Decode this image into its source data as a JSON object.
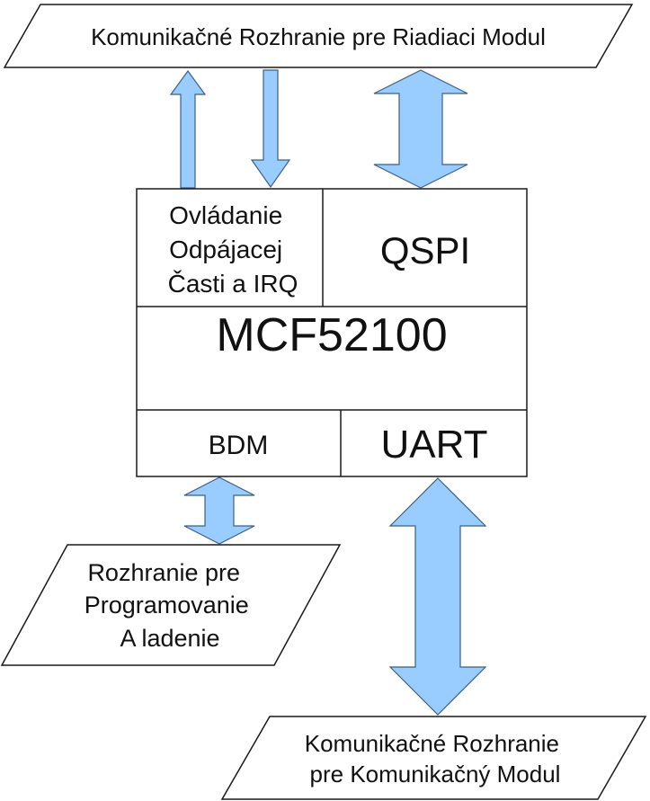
{
  "colors": {
    "arrow_fill": "#99ccff",
    "arrow_stroke": "#3a5f8a",
    "outline": "#1a1a1a",
    "background": "#ffffff"
  },
  "top_interface": {
    "label": "Komunikačné Rozhranie pre Riadiaci Modul"
  },
  "chip": {
    "name": "MCF52100",
    "blocks": {
      "control": {
        "lines": [
          "Ovládanie",
          "Odpájacej",
          "Časti a IRQ"
        ]
      },
      "qspi": {
        "label": "QSPI"
      },
      "bdm": {
        "label": "BDM"
      },
      "uart": {
        "label": "UART"
      }
    }
  },
  "programming_interface": {
    "lines": [
      "Rozhranie pre",
      "Programovanie",
      "A ladenie"
    ]
  },
  "comm_interface": {
    "lines": [
      "Komunikačné Rozhranie",
      "pre Komunikačný Modul"
    ]
  },
  "arrows": [
    {
      "name": "control-up-arrow",
      "type": "up"
    },
    {
      "name": "control-down-arrow",
      "type": "down"
    },
    {
      "name": "qspi-bidirectional-arrow",
      "type": "bidirectional"
    },
    {
      "name": "bdm-bidirectional-arrow",
      "type": "bidirectional"
    },
    {
      "name": "uart-bidirectional-arrow",
      "type": "bidirectional"
    }
  ]
}
